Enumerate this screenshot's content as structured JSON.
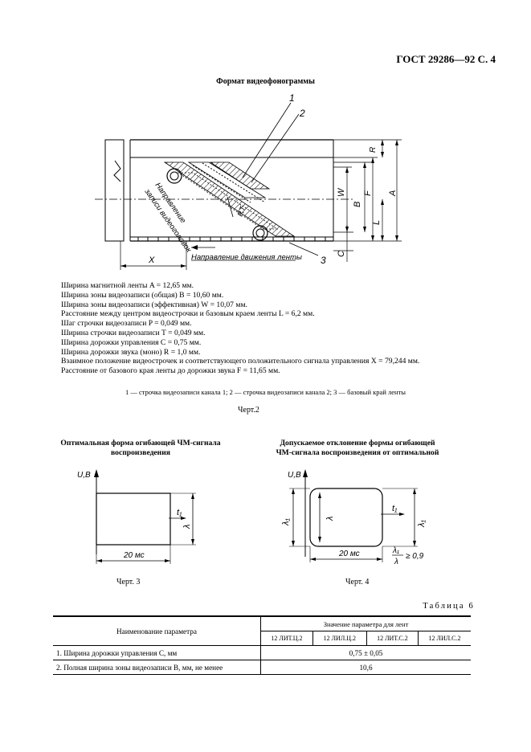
{
  "header": "ГОСТ 29286—92 С. 4",
  "figure2": {
    "title": "Формат видеофонограммы",
    "labels": {
      "one": "1",
      "two": "2",
      "three": "3",
      "R": "R",
      "B": "B",
      "F": "F",
      "A": "A",
      "W": "W",
      "L": "L",
      "C": "C",
      "X": "X",
      "PT": "P,T",
      "direction_tape": "Направление движения ленты",
      "direction_heads_1": "Направление",
      "direction_heads_2": "записи видеоголовок"
    },
    "caption": "Черт.2"
  },
  "definitions": [
    "Ширина магнитной ленты A = 12,65 мм.",
    "Ширина зоны видеозаписи (общая) B = 10,60 мм.",
    "Ширина зоны видеозаписи (эффективная) W = 10,07 мм.",
    "Расстояние между центром видеострочки и базовым краем ленты L = 6,2 мм.",
    "Шаг строчки видеозаписи P = 0,049 мм.",
    "Ширина строчки видеозаписи T = 0,049 мм.",
    "Ширина дорожки управления C = 0,75 мм.",
    "Ширина дорожки звука (моно) R = 1,0 мм.",
    "Взаимное положение видеострочек и соответствующего положительного сигнала управления X = 79,244 мм.",
    "Расстояние от базового края ленты до дорожки звука F = 11,65 мм."
  ],
  "legend": "1 — строчка видеозаписи канала 1; 2 — строчка видеозаписи канала 2; 3 — базовый край ленты",
  "figure3": {
    "title_1": "Оптимальная форма огибающей ЧМ-сигнала",
    "title_2": "воспроизведения",
    "axis": "U,B",
    "t1": "t₁",
    "lambda": "λ",
    "duration": "20 мс",
    "caption": "Черт. 3"
  },
  "figure4": {
    "title_1": "Допускаемое отклонение формы огибающей",
    "title_2": "ЧМ-сигнала воспроизведения от оптимальной",
    "axis": "U,B",
    "t1": "t₁",
    "lambda": "λ",
    "lambda1": "λ₁",
    "duration": "20 мс",
    "ratio_num": "λ₁",
    "ratio_den": "λ",
    "ratio_val": "≥ 0,9",
    "caption": "Черт. 4"
  },
  "table6": {
    "caption": "Таблица 6",
    "param_header": "Наименование параметра",
    "value_header": "Значение параметра для лент",
    "columns": [
      "12 ЛИТ.Ц.2",
      "12 ЛИЛ.Ц.2",
      "12 ЛИТ.С.2",
      "12 ЛИЛ.С.2"
    ],
    "rows": [
      {
        "name": "1. Ширина дорожки управления C, мм",
        "value": "0,75 ± 0,05"
      },
      {
        "name": "2. Полная ширина зоны видеозаписи B, мм, не менее",
        "value": "10,6"
      }
    ]
  }
}
